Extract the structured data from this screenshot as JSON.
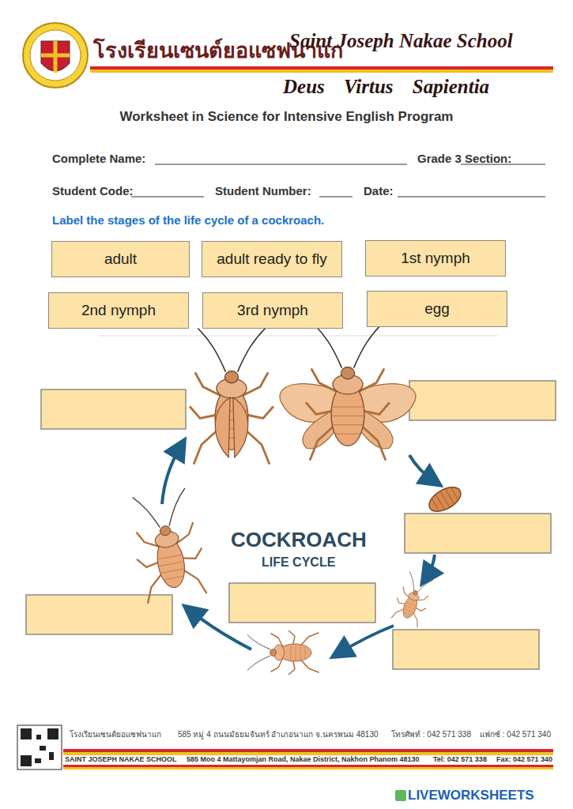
{
  "diagram": {
    "title": "Worksheet in Science for Intensive English Program",
    "nodes": [
      {
        "text": [
          "adult"
        ]
      },
      {
        "text": [
          "adult ready to fly"
        ]
      },
      {
        "text": [
          "1st nymph"
        ]
      },
      {
        "text": [
          "2nd nymph"
        ]
      },
      {
        "text": [
          "3rd nymph"
        ]
      },
      {
        "text": [
          "egg"
        ]
      }
    ],
    "labels": [
      "โรงเรียนเซนต์ยอแซฟนาแก",
      "Saint Joseph Nakae School",
      "Deus Virtus Sapientia",
      "Complete Name:",
      "Grade 3 Section:",
      "Student Code:",
      "Student Number:",
      "Date:",
      "Label the stages of the life cycle of a cockroach.",
      "COCKROACH",
      "LIFE CYCLE",
      "โรงเรียนเซนต์ยอแซฟนาแก",
      "585 หมู่ 4 ถนนมัธยมจันทร์ อำเภอนาแก จ.นครพนม 48130",
      "โทรศัพท์ : 042 571 338",
      "แฟกซ์ : 042 571 340",
      "SAINT JOSEPH NAKAE SCHOOL",
      "585 Moo 4 Mattayomjan Road, Nakae District, Nakhon Phanom 48130",
      "Tel: 042 571 338",
      "Fax: 042 571 340",
      "LIVEWORKSHEETS"
    ]
  }
}
